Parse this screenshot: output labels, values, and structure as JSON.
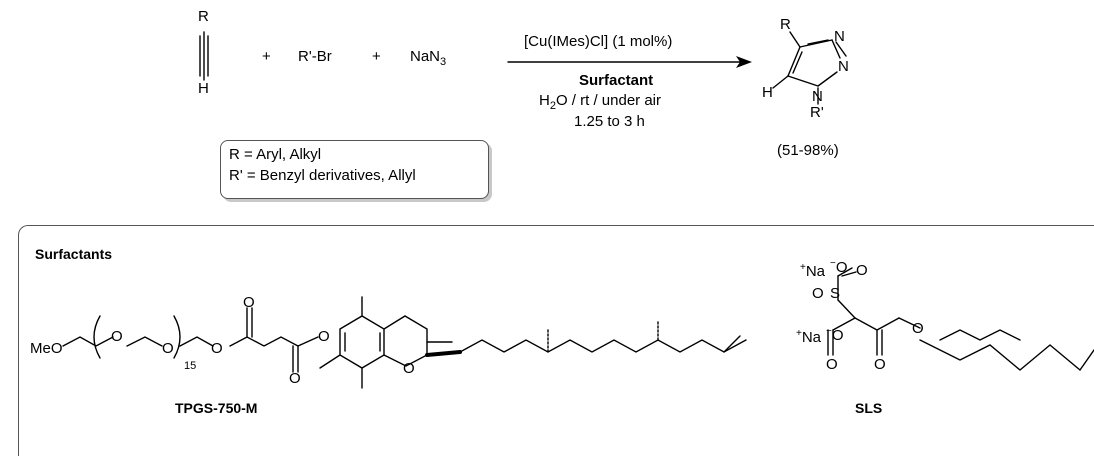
{
  "reaction": {
    "alkyne_substituent": "R",
    "alkyne_h": "H",
    "plus": "+",
    "reagent_bromide": "R'-Br",
    "reagent_azide_base": "NaN",
    "reagent_azide_sub": "3",
    "catalyst": "[Cu(IMes)Cl] (1 mol%)",
    "surfactant": "Surfactant",
    "conditions_prefix": "H",
    "conditions_sub": "2",
    "conditions_suffix": "O / rt / under air",
    "time": "1.25 to 3 h",
    "product": {
      "r": "R",
      "h": "H",
      "n1": "N",
      "n2": "N",
      "n3": "N",
      "r_prime": "R'"
    },
    "yield": "(51-98%)"
  },
  "scope_box": {
    "line1": "R = Aryl, Alkyl",
    "line2": "R' = Benzyl derivatives, Allyl"
  },
  "surfactants": {
    "heading": "Surfactants",
    "tpgs": {
      "name": "TPGS-750-M",
      "meo": "MeO",
      "o1": "O",
      "o2": "O",
      "o3": "O",
      "o_ring": "O",
      "o_carbonyl1": "O",
      "o_carbonyl2": "O",
      "o_ester": "O",
      "repeat": "15"
    },
    "sls": {
      "name": "SLS",
      "na1": "Na",
      "na2": "Na",
      "plus": "+",
      "minus": "−",
      "o_sulfonate_minus": "O",
      "o_s1": "O",
      "o_s2": "O",
      "s": "S",
      "o_carboxylate_minus": "O",
      "o_carboxyl": "O",
      "o_ester_c": "O",
      "o_ester": "O"
    }
  }
}
